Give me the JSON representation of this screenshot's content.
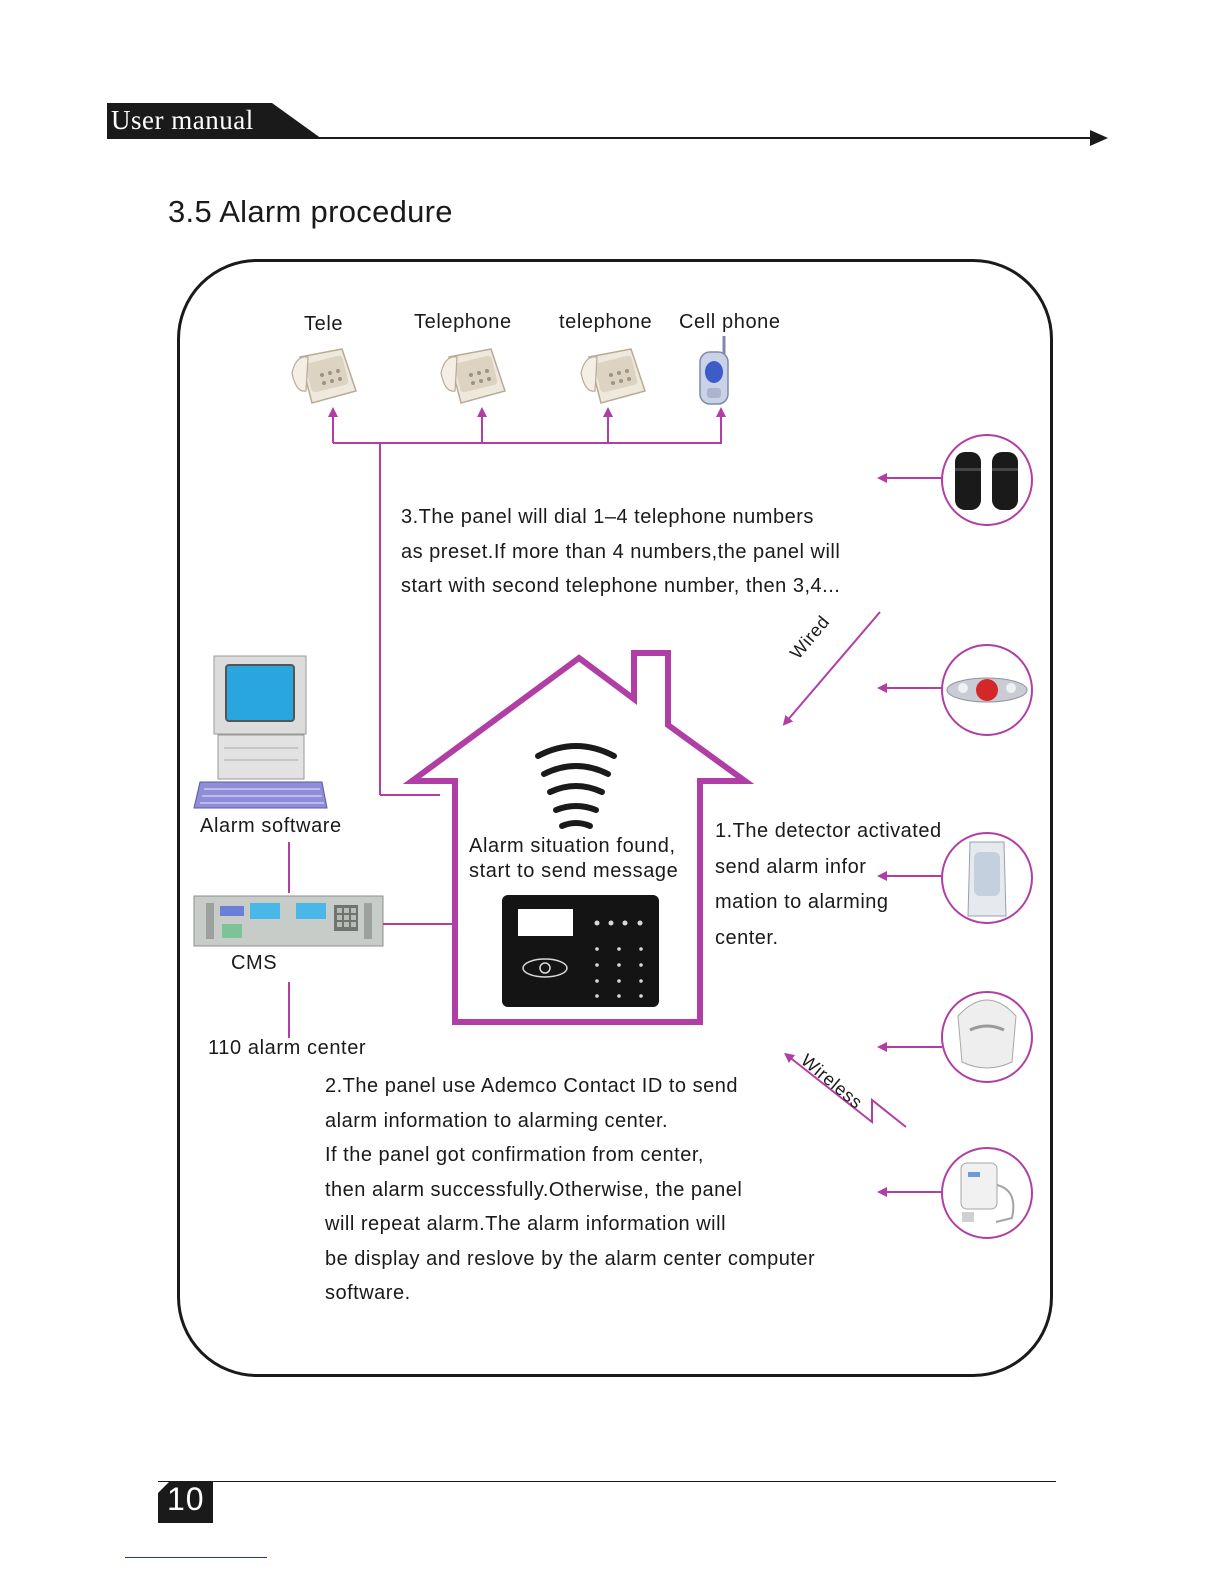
{
  "header": {
    "label": "User manual"
  },
  "section": {
    "title": "3.5 Alarm procedure"
  },
  "phones": [
    {
      "label": "Tele",
      "icon": "desk-telephone-icon"
    },
    {
      "label": "Telephone",
      "icon": "desk-telephone-icon"
    },
    {
      "label": "telephone",
      "icon": "desk-telephone-icon"
    },
    {
      "label": "Cell phone",
      "icon": "cell-phone-icon"
    }
  ],
  "step3": {
    "lines": [
      "3.The panel will dial 1–4 telephone numbers",
      "as preset.If more than 4 numbers,the panel will",
      "start with second telephone number, then 3,4..."
    ]
  },
  "links": {
    "wired": "Wired",
    "wireless": "Wireless"
  },
  "house": {
    "message_lines": [
      "Alarm situation found,",
      "start to send message"
    ]
  },
  "step1": {
    "lines": [
      "1.The detector activated",
      "send alarm infor",
      "mation to alarming",
      "center."
    ]
  },
  "left": {
    "alarm_software": "Alarm software",
    "cms": "CMS",
    "center": "110 alarm center"
  },
  "step2": {
    "lines": [
      "2.The panel use Ademco Contact ID to send",
      "alarm information to alarming center.",
      "If the panel got confirmation from center,",
      "then alarm successfully.Otherwise, the panel",
      "will repeat alarm.The alarm information will",
      "be display and reslove by the alarm center computer",
      "software."
    ]
  },
  "detectors": [
    {
      "icon": "beam-detector-icon"
    },
    {
      "icon": "siren-icon"
    },
    {
      "icon": "pir-detector-icon"
    },
    {
      "icon": "ceiling-detector-icon"
    },
    {
      "icon": "gas-detector-icon"
    }
  ],
  "footer": {
    "page_number": "10"
  },
  "colors": {
    "accent": "#b03ea4",
    "ink": "#1a1a1a"
  }
}
